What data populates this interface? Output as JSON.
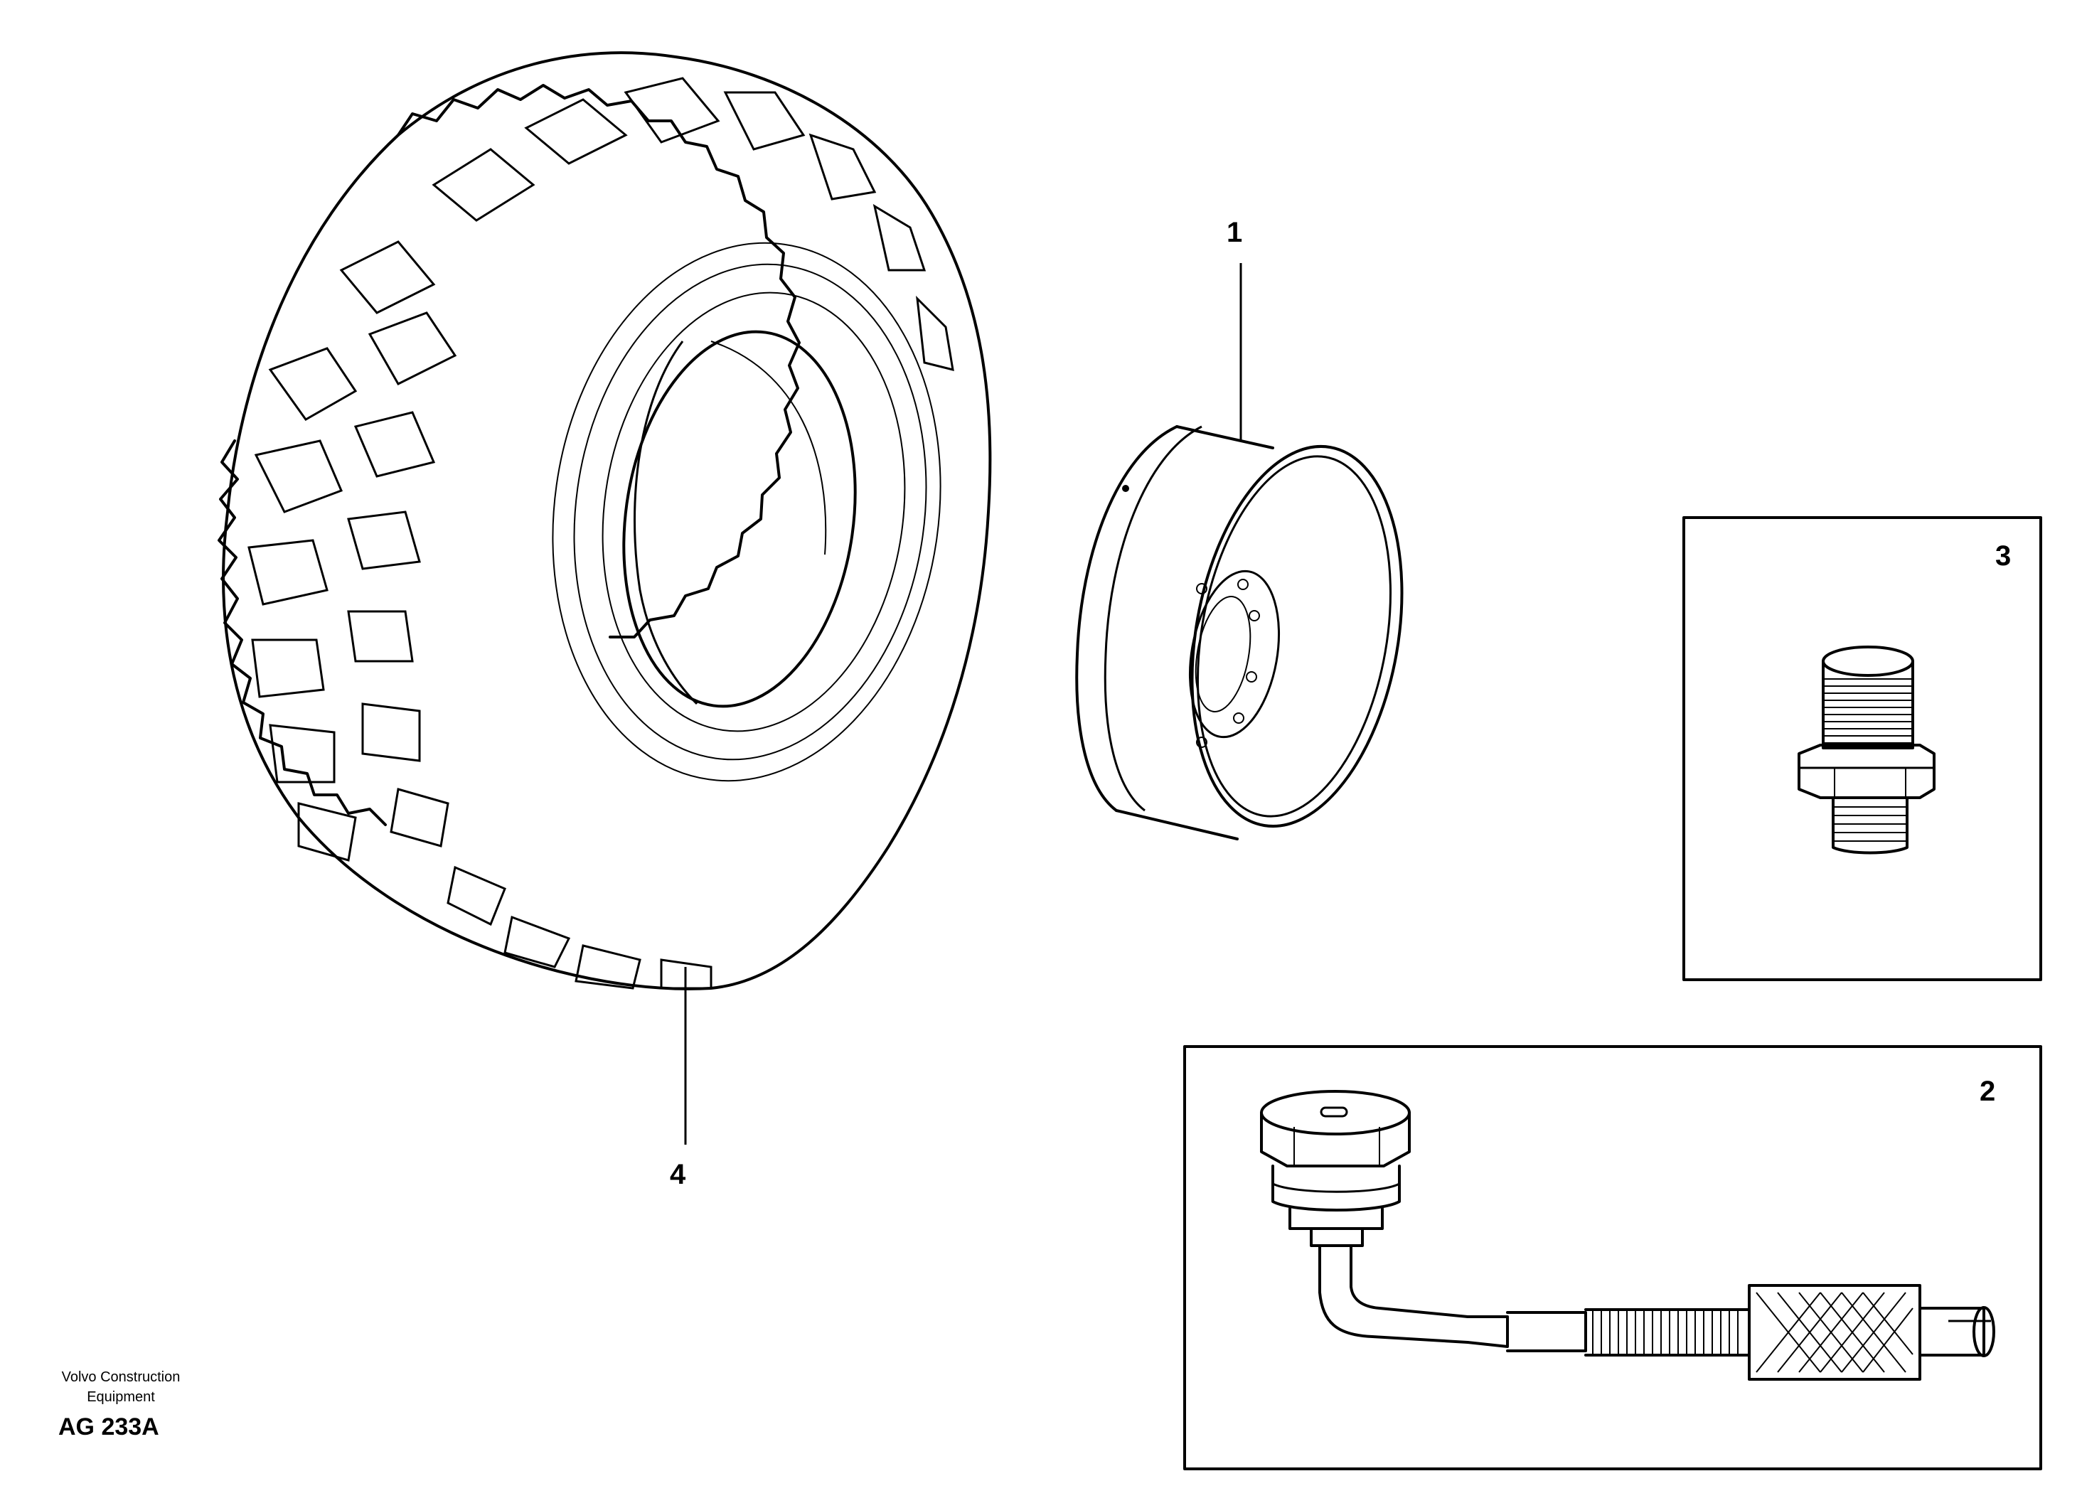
{
  "callouts": {
    "rim": "1",
    "valve": "2",
    "adapter": "3",
    "tyre": "4"
  },
  "footer": {
    "maker_line1": "Volvo Construction",
    "maker_line2": "Equipment",
    "code": "AG 233A"
  },
  "parts": [
    {
      "label": "1",
      "name": "rim-icon"
    },
    {
      "label": "2",
      "name": "valve-icon"
    },
    {
      "label": "3",
      "name": "adapter-nipple-icon"
    },
    {
      "label": "4",
      "name": "tyre-icon"
    }
  ]
}
